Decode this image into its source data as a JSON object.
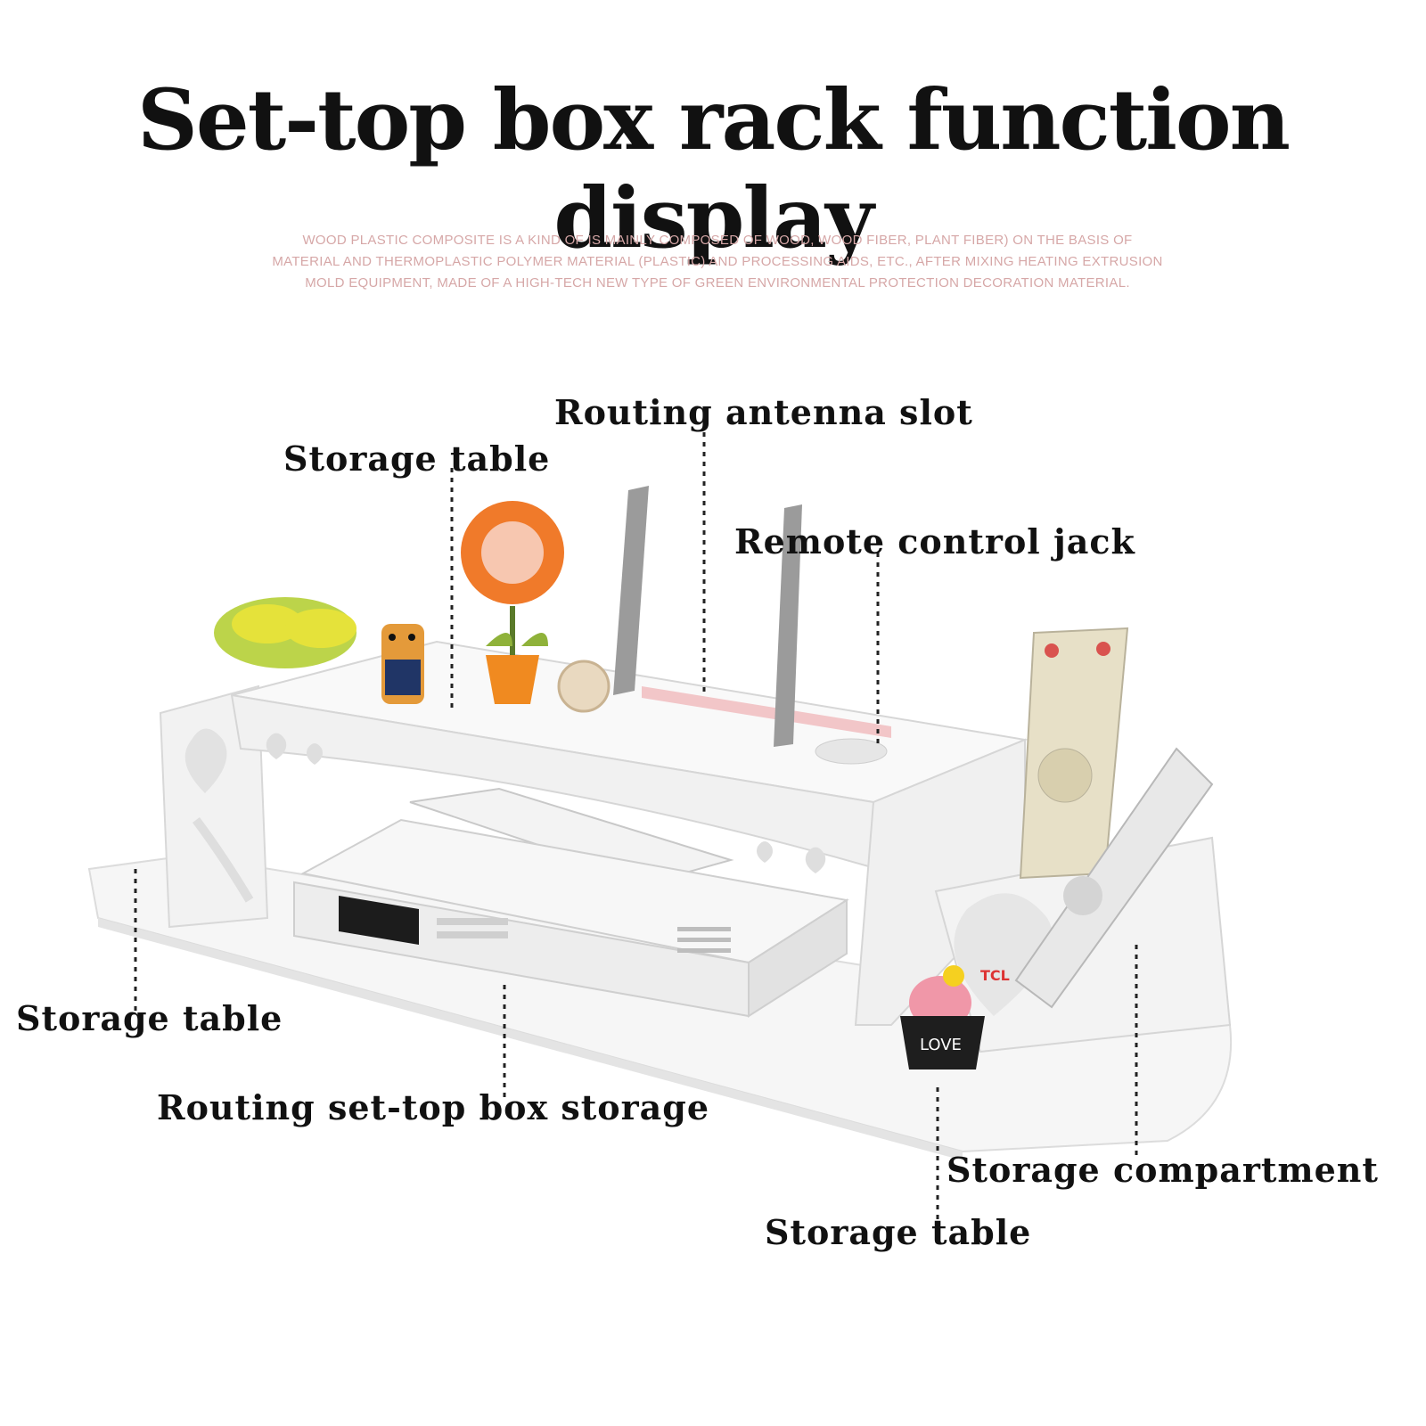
{
  "title": "Set-top box rack function display",
  "description": [
    "WOOD PLASTIC COMPOSITE IS A KIND OF IS MAINLY COMPOSED OF WOOD, WOOD FIBER, PLANT FIBER) ON THE BASIS OF",
    "MATERIAL AND THERMOPLASTIC POLYMER MATERIAL (PLASTIC) AND PROCESSING AIDS, ETC., AFTER MIXING HEATING EXTRUSION",
    "MOLD EQUIPMENT, MADE OF A HIGH-TECH NEW TYPE OF GREEN ENVIRONMENTAL PROTECTION DECORATION MATERIAL."
  ],
  "labels": {
    "routing_antenna_slot": "Routing antenna slot",
    "storage_table_top": "Storage table",
    "remote_control_jack": "Remote control jack",
    "storage_table_left": "Storage table",
    "routing_set_top_box_storage": "Routing set-top box storage",
    "storage_compartment": "Storage compartment",
    "storage_table_bottom": "Storage table"
  },
  "remote_brand": "TCL",
  "pot_text": "LOVE"
}
